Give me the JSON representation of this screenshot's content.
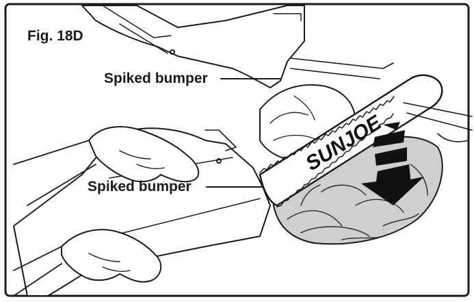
{
  "figure": {
    "title": "Fig. 18D",
    "brand": "SUNJOE"
  },
  "callouts": [
    {
      "label": "Spiked bumper"
    },
    {
      "label": "Spiked bumper"
    }
  ],
  "colors": {
    "frame": "#1a1a1a",
    "line": "#1a1a1a",
    "background": "#ffffff",
    "cut_zone": "#cfcfcf",
    "arrow": "#111111"
  }
}
